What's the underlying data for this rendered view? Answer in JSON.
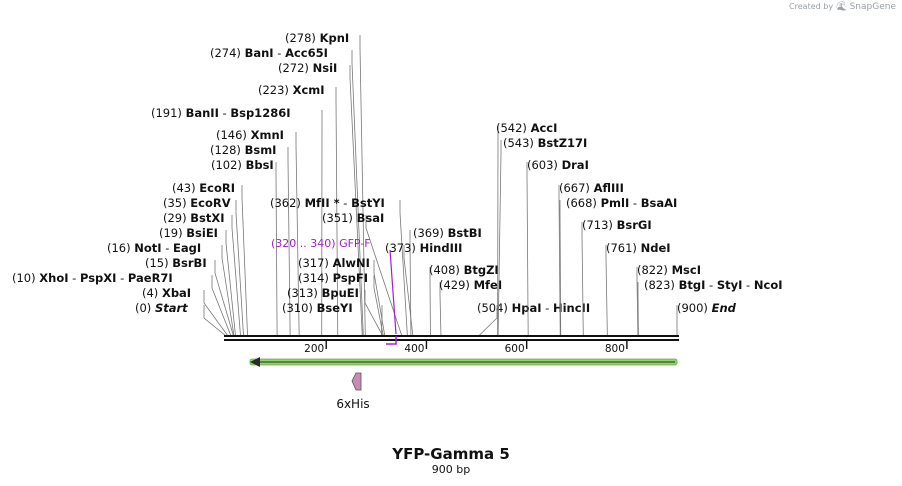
{
  "credit": {
    "prefix": "Created by",
    "brand": "SnapGene"
  },
  "map": {
    "name": "YFP-Gamma 5",
    "size_label": "900 bp",
    "length": 900,
    "ruler_ticks": [
      "200",
      "400",
      "600",
      "800"
    ]
  },
  "sites": [
    {
      "pos": "(0)",
      "name": "Start",
      "italic": true
    },
    {
      "pos": "(4)",
      "name": "XbaI"
    },
    {
      "pos": "(10)",
      "name": "XhoI",
      "extra": [
        "PspXI",
        "PaeR7I"
      ]
    },
    {
      "pos": "(15)",
      "name": "BsrBI"
    },
    {
      "pos": "(16)",
      "name": "NotI",
      "extra": [
        "EagI"
      ]
    },
    {
      "pos": "(19)",
      "name": "BsiEI"
    },
    {
      "pos": "(29)",
      "name": "BstXI"
    },
    {
      "pos": "(35)",
      "name": "EcoRV"
    },
    {
      "pos": "(43)",
      "name": "EcoRI"
    },
    {
      "pos": "(102)",
      "name": "BbsI"
    },
    {
      "pos": "(128)",
      "name": "BsmI"
    },
    {
      "pos": "(146)",
      "name": "XmnI"
    },
    {
      "pos": "(191)",
      "name": "BanII",
      "extra": [
        "Bsp1286I"
      ]
    },
    {
      "pos": "(223)",
      "name": "XcmI"
    },
    {
      "pos": "(272)",
      "name": "NsiI"
    },
    {
      "pos": "(274)",
      "name": "BanI",
      "extra": [
        "Acc65I"
      ]
    },
    {
      "pos": "(278)",
      "name": "KpnI"
    },
    {
      "pos": "(310)",
      "name": "BseYI"
    },
    {
      "pos": "(313)",
      "name": "BpuEI"
    },
    {
      "pos": "(314)",
      "name": "PspFI"
    },
    {
      "pos": "(317)",
      "name": "AlwNI"
    },
    {
      "pos": "(351)",
      "name": "BsaI"
    },
    {
      "pos": "(362)",
      "name": "MfII *",
      "extra": [
        "BstYI"
      ]
    },
    {
      "pos": "(369)",
      "name": "BstBI"
    },
    {
      "pos": "(373)",
      "name": "HindIII"
    },
    {
      "pos": "(408)",
      "name": "BtgZI"
    },
    {
      "pos": "(429)",
      "name": "MfeI"
    },
    {
      "pos": "(504)",
      "name": "HpaI",
      "extra": [
        "HincII"
      ]
    },
    {
      "pos": "(542)",
      "name": "AccI"
    },
    {
      "pos": "(543)",
      "name": "BstZ17I"
    },
    {
      "pos": "(603)",
      "name": "DraI"
    },
    {
      "pos": "(667)",
      "name": "AflIII"
    },
    {
      "pos": "(668)",
      "name": "PmlI",
      "extra": [
        "BsaAI"
      ]
    },
    {
      "pos": "(713)",
      "name": "BsrGI"
    },
    {
      "pos": "(761)",
      "name": "NdeI"
    },
    {
      "pos": "(822)",
      "name": "MscI"
    },
    {
      "pos": "(823)",
      "name": "BtgI",
      "extra": [
        "StyI",
        "NcoI"
      ]
    },
    {
      "pos": "(900)",
      "name": "End",
      "italic": true
    }
  ],
  "primer": {
    "range": "(320 .. 340)",
    "name": "GFP-F",
    "color": "#a020c8"
  },
  "features": [
    {
      "name": "6xHis",
      "color": "#c88cb4"
    }
  ],
  "orf_color": "#8fd46a",
  "backbone_color": "#111111"
}
